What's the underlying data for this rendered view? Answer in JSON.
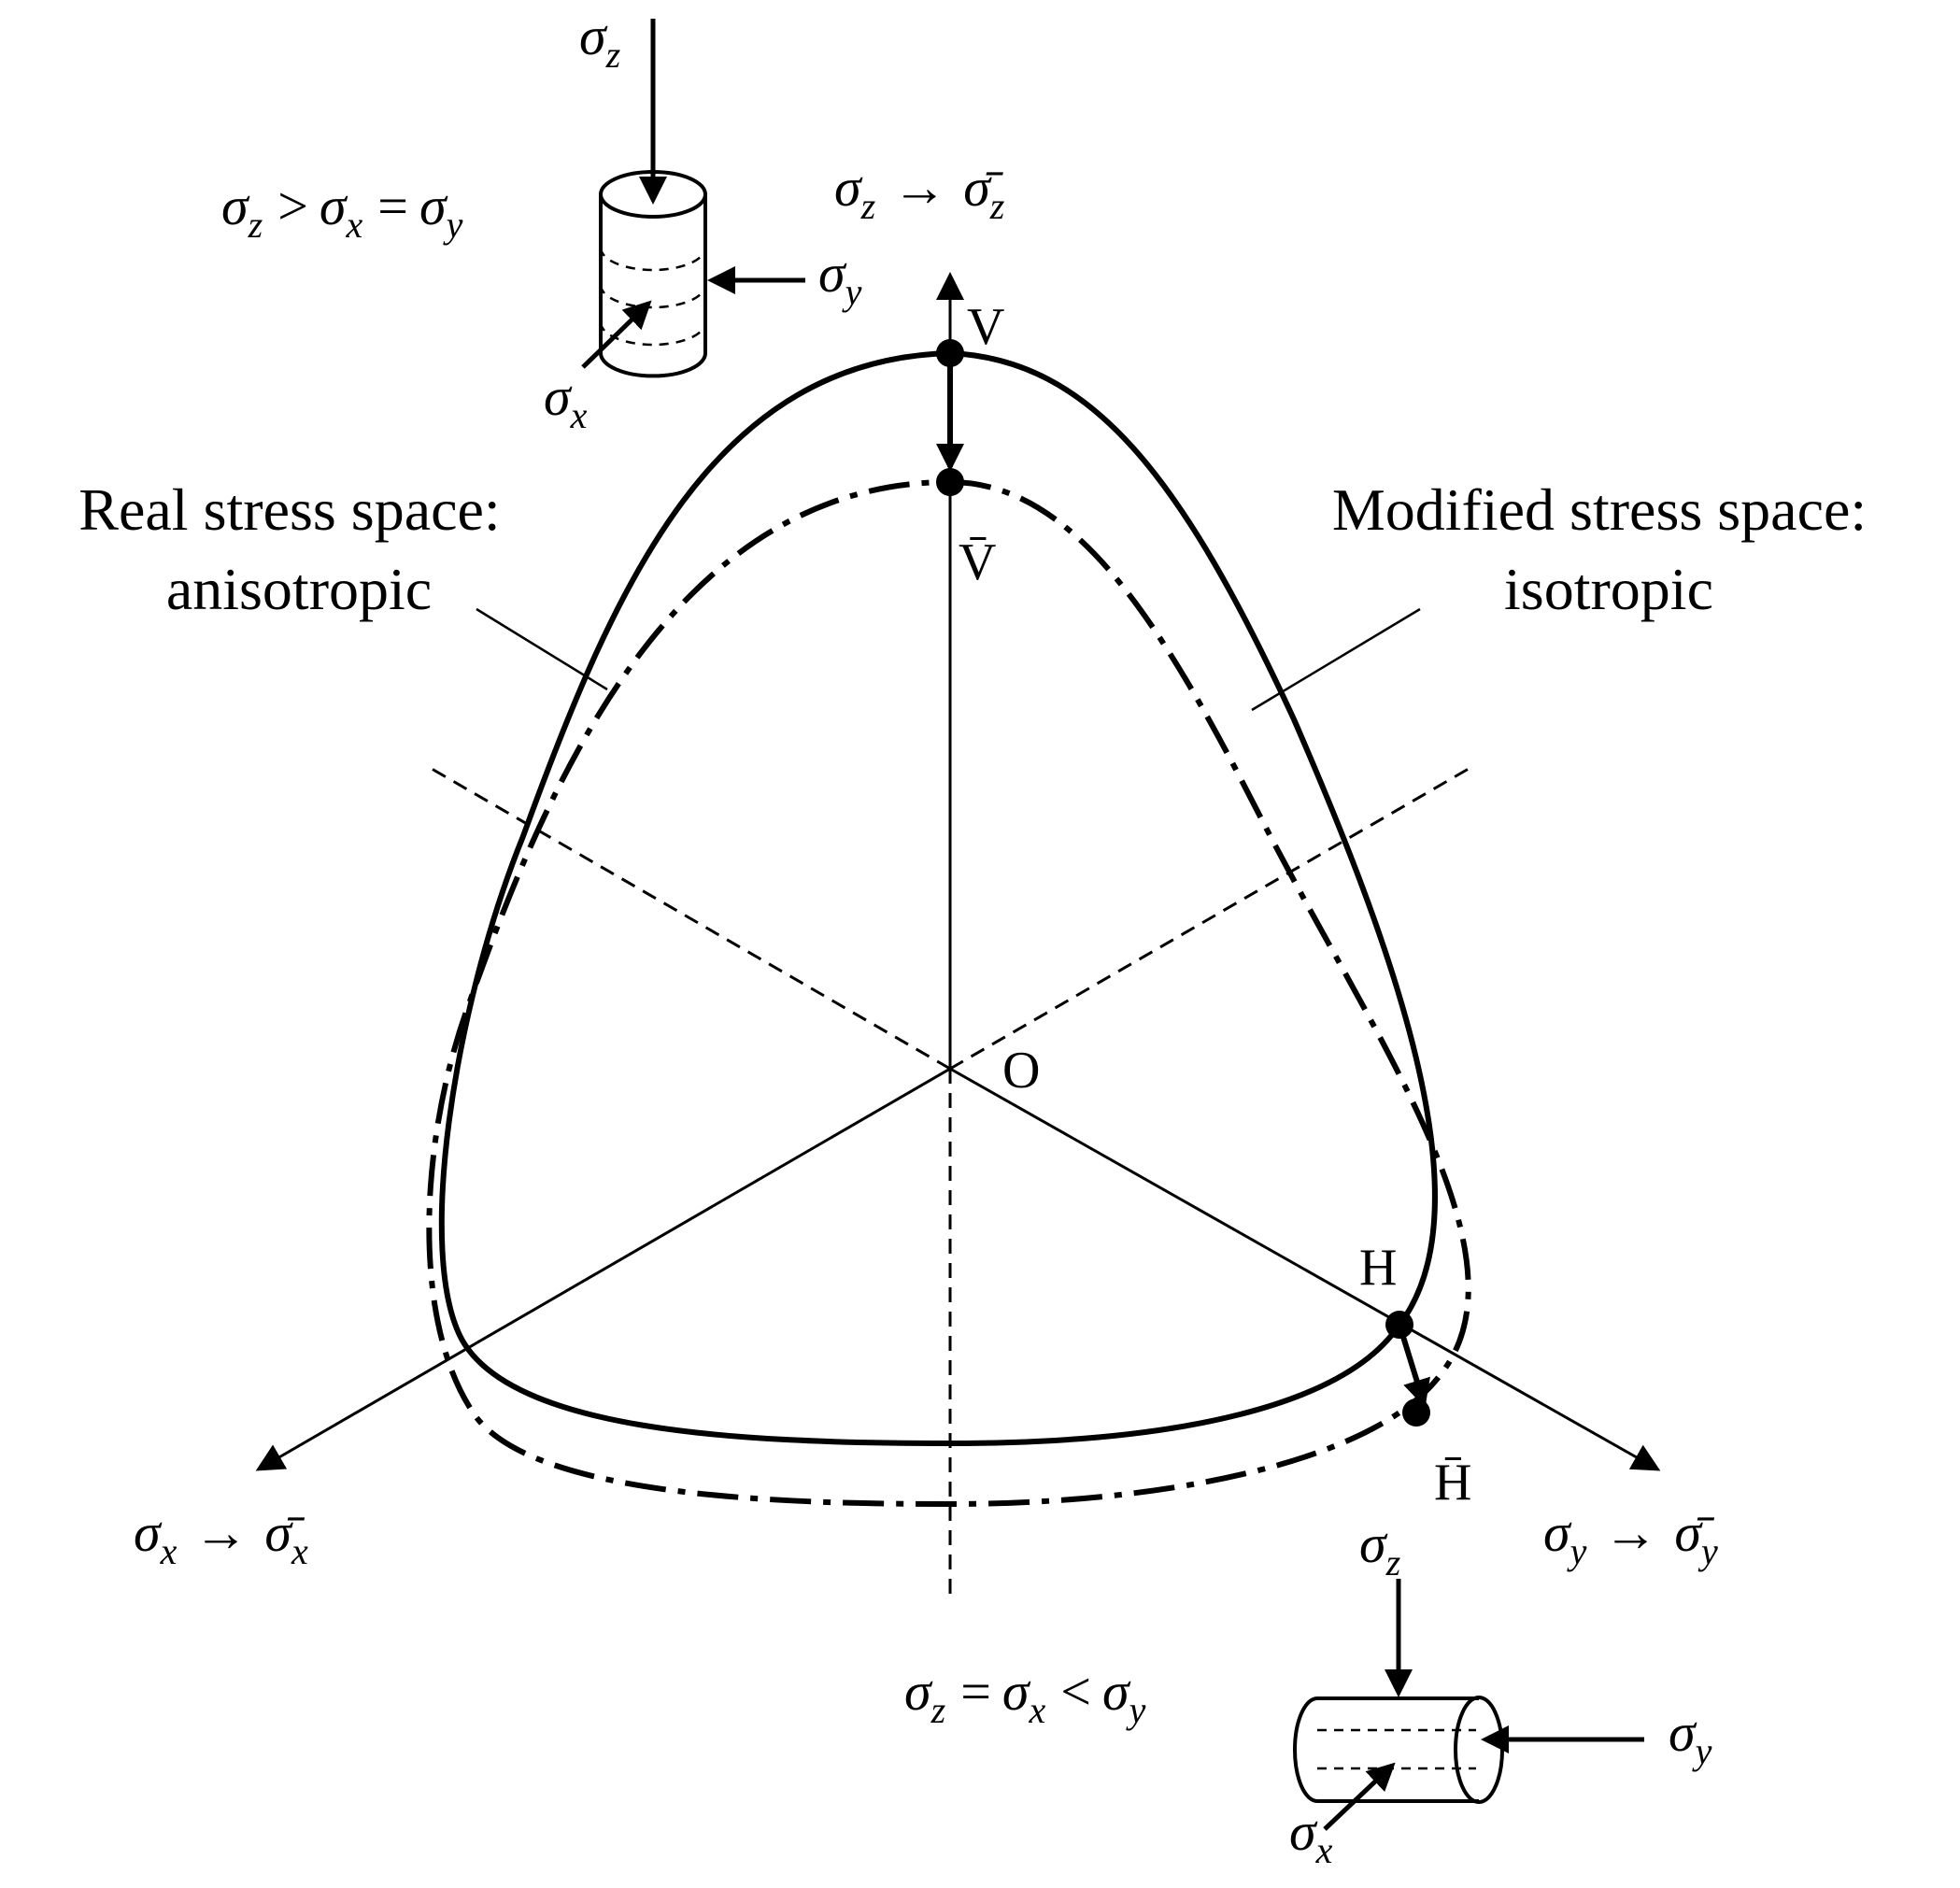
{
  "sym": {
    "sigma": "σ",
    "bar": "σ̄",
    "arrow": "→"
  },
  "subs": {
    "x": "x",
    "y": "y",
    "z": "z"
  },
  "relations": {
    "gt": ">",
    "lt": "<",
    "eq": "="
  },
  "points": {
    "V": "V",
    "Vbar": "V̄",
    "H": "H",
    "Hbar": "H̄",
    "O": "O"
  },
  "captions": {
    "real_line1": "Real stress space:",
    "real_line2": "anisotropic",
    "mod_line1": "Modified stress space:",
    "mod_line2": "isotropic"
  },
  "icons": {
    "top_specimen": "vertical-cylinder-icon",
    "bottom_specimen": "horizontal-cylinder-icon"
  }
}
